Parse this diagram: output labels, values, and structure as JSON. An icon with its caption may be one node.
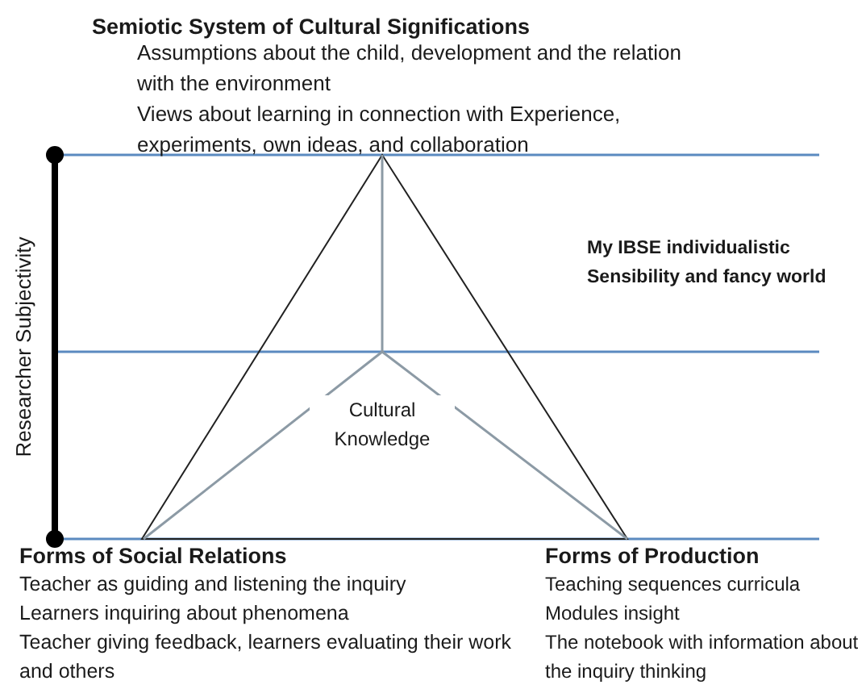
{
  "diagram": {
    "labels": [
      "Semiotic System of Cultural Significations",
      "Assumptions about the child, development and the relation with the environment",
      "Views about learning in connection with Experience, experiments, own ideas, and collaboration",
      "My IBSE individualistic Sensibility and fancy world",
      "Researcher Subjectivity",
      "Cultural Knowledge",
      "Forms of Social Relations",
      "Teacher as guiding and listening the inquiry",
      "Learners inquiring about phenomena",
      "Teacher giving feedback, learners evaluating their work and others",
      "Forms of Production",
      "Teaching sequences curricula",
      "Modules insight",
      "The notebook with information about the inquiry thinking"
    ]
  }
}
